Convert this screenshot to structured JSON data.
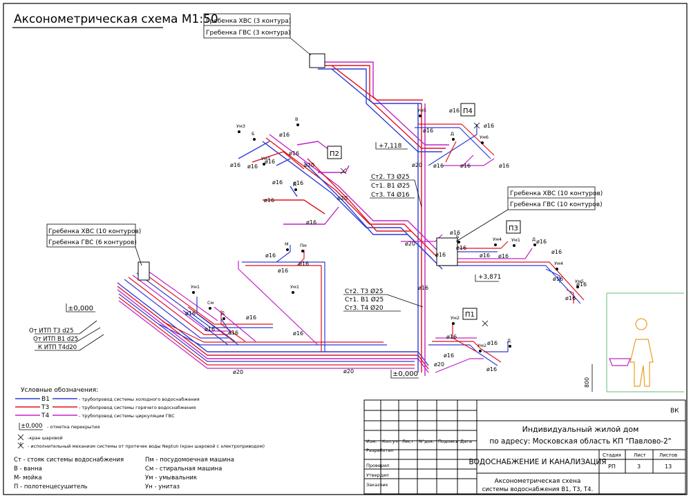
{
  "title": "Аксонометрическая схема М1:50",
  "manifold_top": [
    "Гребенка ХВС (3 контура)",
    "Гребенка ГВС (3 контура)"
  ],
  "manifold_left": [
    "Гребенка ХВС (10 контуров)",
    "Гребенка ГВС (6 контуров)"
  ],
  "manifold_right": [
    "Гребенка ХВС (10 контуров)",
    "Гребенка ГВС (10 контуров)"
  ],
  "risers_upper": [
    "Ст2. Т3 Ø25",
    "Ст1. В1 Ø25",
    "Ст3. Т4 Ø16"
  ],
  "risers_lower": [
    "Ст2. Т3 Ø25",
    "Ст1. В1 Ø25",
    "Ст3. Т4 Ø20"
  ],
  "levels": {
    "plus7": "+7,118",
    "plus3": "+3,871",
    "zero_left": "±0,000",
    "zero_bottom": "±0,000"
  },
  "sources": [
    "От ИТП Т3 d25",
    "От ИТП В1 d25",
    "К ИТП Т4d20"
  ],
  "rooms": [
    "П4",
    "П2",
    "П3",
    "П1"
  ],
  "pipe_labels": [
    "ø16",
    "ø16",
    "ø16",
    "ø16",
    "ø16",
    "ø16",
    "ø16",
    "ø16",
    "ø16",
    "ø16",
    "ø16",
    "ø16",
    "ø16",
    "ø16",
    "ø16",
    "ø16",
    "ø16",
    "ø16",
    "ø16",
    "ø16",
    "ø16",
    "ø16",
    "ø16",
    "ø16",
    "ø16",
    "ø16",
    "ø16",
    "ø16",
    "ø16",
    "ø16",
    "ø16",
    "ø16",
    "ø16",
    "ø16",
    "ø16",
    "ø16",
    "ø16",
    "ø16",
    "ø20",
    "ø20",
    "ø20",
    "ø20",
    "ø20",
    "ø20",
    "ø20"
  ],
  "fixture_labels": [
    "Ум3",
    "В",
    "Б",
    "Ум3",
    "Д",
    "Ум5",
    "Д",
    "Ум6",
    "Б",
    "Ум4",
    "Д",
    "Ум4",
    "Ум5",
    "М",
    "Пм",
    "Ум1",
    "См",
    "Д",
    "Ум1",
    "Ум2",
    "Ум2",
    "Д",
    "Ум1"
  ],
  "elevation_note": "800",
  "legend": {
    "heading": "Условные обозначения:",
    "items": [
      {
        "code": "В1",
        "color": "#2a3cd8",
        "text": "- трубопровод системы холодного водоснабжения"
      },
      {
        "code": "Т3",
        "color": "#e0101a",
        "text": "- трубопровод системы горячего водоснабжения"
      },
      {
        "code": "Т4",
        "color": "#c020c8",
        "text": "- трубопровод системы циркуляции ГВС"
      }
    ],
    "level_mark": "±0,000",
    "level_text": "- отметка перекрытия",
    "valve_text": "-кран шаровой",
    "neptun_text": "- исполнительный механизм системы от протечек воды Neptun (кран шаровой с электроприводом)",
    "abbr_left": [
      "Ст - стояк системы водоснабжения",
      "В - ванна",
      "М- мойка",
      "П - полотенцесушитель"
    ],
    "abbr_right": [
      "Пм - посудомоечная машина",
      "См - стиральная машина",
      "Ум - умывальник",
      "Ун - унитаз"
    ]
  },
  "stamp": {
    "code": "ВК",
    "project": "Индивидуальный жилой дом",
    "address": "по адресу: Московская область КП \"Павлово-2\"",
    "section": "ВОДОСНАБЖЕНИЕ И КАНАЛИЗАЦИЯ",
    "sheet_title_1": "Аксонометрическая схена",
    "sheet_title_2": "системы водоснабжения В1, Т3, Т4.",
    "col_headers": [
      "Изм.",
      "Кол.уч.",
      "Лист",
      "N°док.",
      "Подпись",
      "Дата"
    ],
    "roles": [
      "Разработал",
      "Проверил",
      "Утвердил",
      "Заказчик"
    ],
    "stage_headers": [
      "Стадия",
      "Лист",
      "Листов"
    ],
    "stage_values": [
      "РП",
      "3",
      "13"
    ]
  },
  "colors": {
    "cold": "#2a3cd8",
    "hot": "#e0101a",
    "circ": "#c020c8",
    "figure": "#e8a020",
    "wall": "#80c890"
  }
}
